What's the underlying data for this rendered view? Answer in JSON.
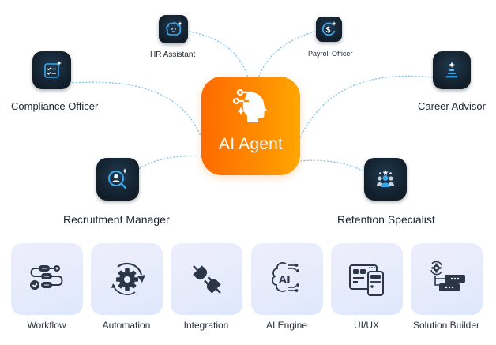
{
  "center": {
    "title": "AI Agent",
    "icon": "ai-head-circuit-icon",
    "gradient": [
      "#ff6a00",
      "#ffa600"
    ]
  },
  "roles": [
    {
      "id": "hr-assistant",
      "label": "HR Assistant",
      "icon": "smiling-bot-icon"
    },
    {
      "id": "payroll-officer",
      "label": "Payroll Officer",
      "icon": "dollar-coin-icon"
    },
    {
      "id": "compliance-officer",
      "label": "Compliance Officer",
      "icon": "checklist-icon"
    },
    {
      "id": "career-advisor",
      "label": "Career Advisor",
      "icon": "career-ladder-icon"
    },
    {
      "id": "recruitment-manager",
      "label": "Recruitment Manager",
      "icon": "candidate-search-icon"
    },
    {
      "id": "retention-specialist",
      "label": "Retention Specialist",
      "icon": "team-stars-icon"
    }
  ],
  "capabilities": [
    {
      "label": "Workflow",
      "icon": "workflow-icon"
    },
    {
      "label": "Automation",
      "icon": "automation-gear-icon"
    },
    {
      "label": "Integration",
      "icon": "plug-icon"
    },
    {
      "label": "AI Engine",
      "icon": "ai-brain-icon"
    },
    {
      "label": "UI/UX",
      "icon": "ui-ux-layout-icon"
    },
    {
      "label": "Solution Builder",
      "icon": "solution-builder-icon"
    }
  ],
  "colors": {
    "tile_dark": "#14222f",
    "accent_blue": "#3aa8ee",
    "connector": "#8cc8ee",
    "capability_bg": "#e8ecfb",
    "capability_icon": "#2b3648"
  }
}
